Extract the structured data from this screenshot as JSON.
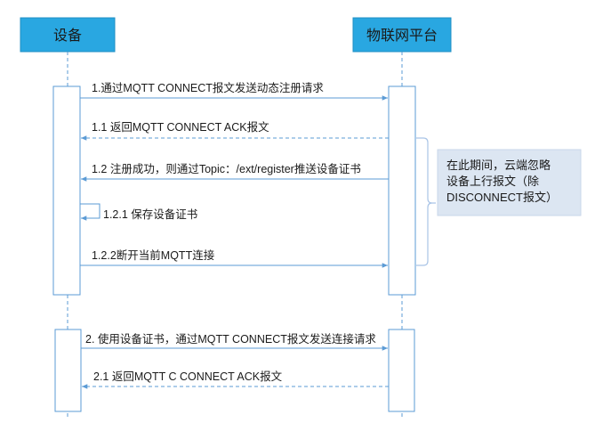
{
  "actors": {
    "device": "设备",
    "platform": "物联网平台"
  },
  "messages": {
    "m1": "1.通过MQTT CONNECT报文发送动态注册请求",
    "m1_1": "1.1 返回MQTT CONNECT ACK报文",
    "m1_2": "1.2 注册成功，则通过Topic：/ext/register推送设备证书",
    "m1_2_1": "1.2.1 保存设备证书",
    "m1_2_2": "1.2.2断开当前MQTT连接",
    "m2": "2. 使用设备证书，通过MQTT CONNECT报文发送连接请求",
    "m2_1": "2.1 返回MQTT  C CONNECT ACK报文"
  },
  "note": {
    "lines": [
      "在此期间，云端忽略",
      "设备上行报文（除",
      "DISCONNECT报文）"
    ]
  },
  "colors": {
    "actor_fill": "#29a7e1",
    "actor_stroke": "#1f8fc4",
    "line": "#5b9bd5",
    "note_fill": "#dce6f2",
    "note_stroke": "#9db3d0",
    "brace": "#a9c4e6"
  }
}
